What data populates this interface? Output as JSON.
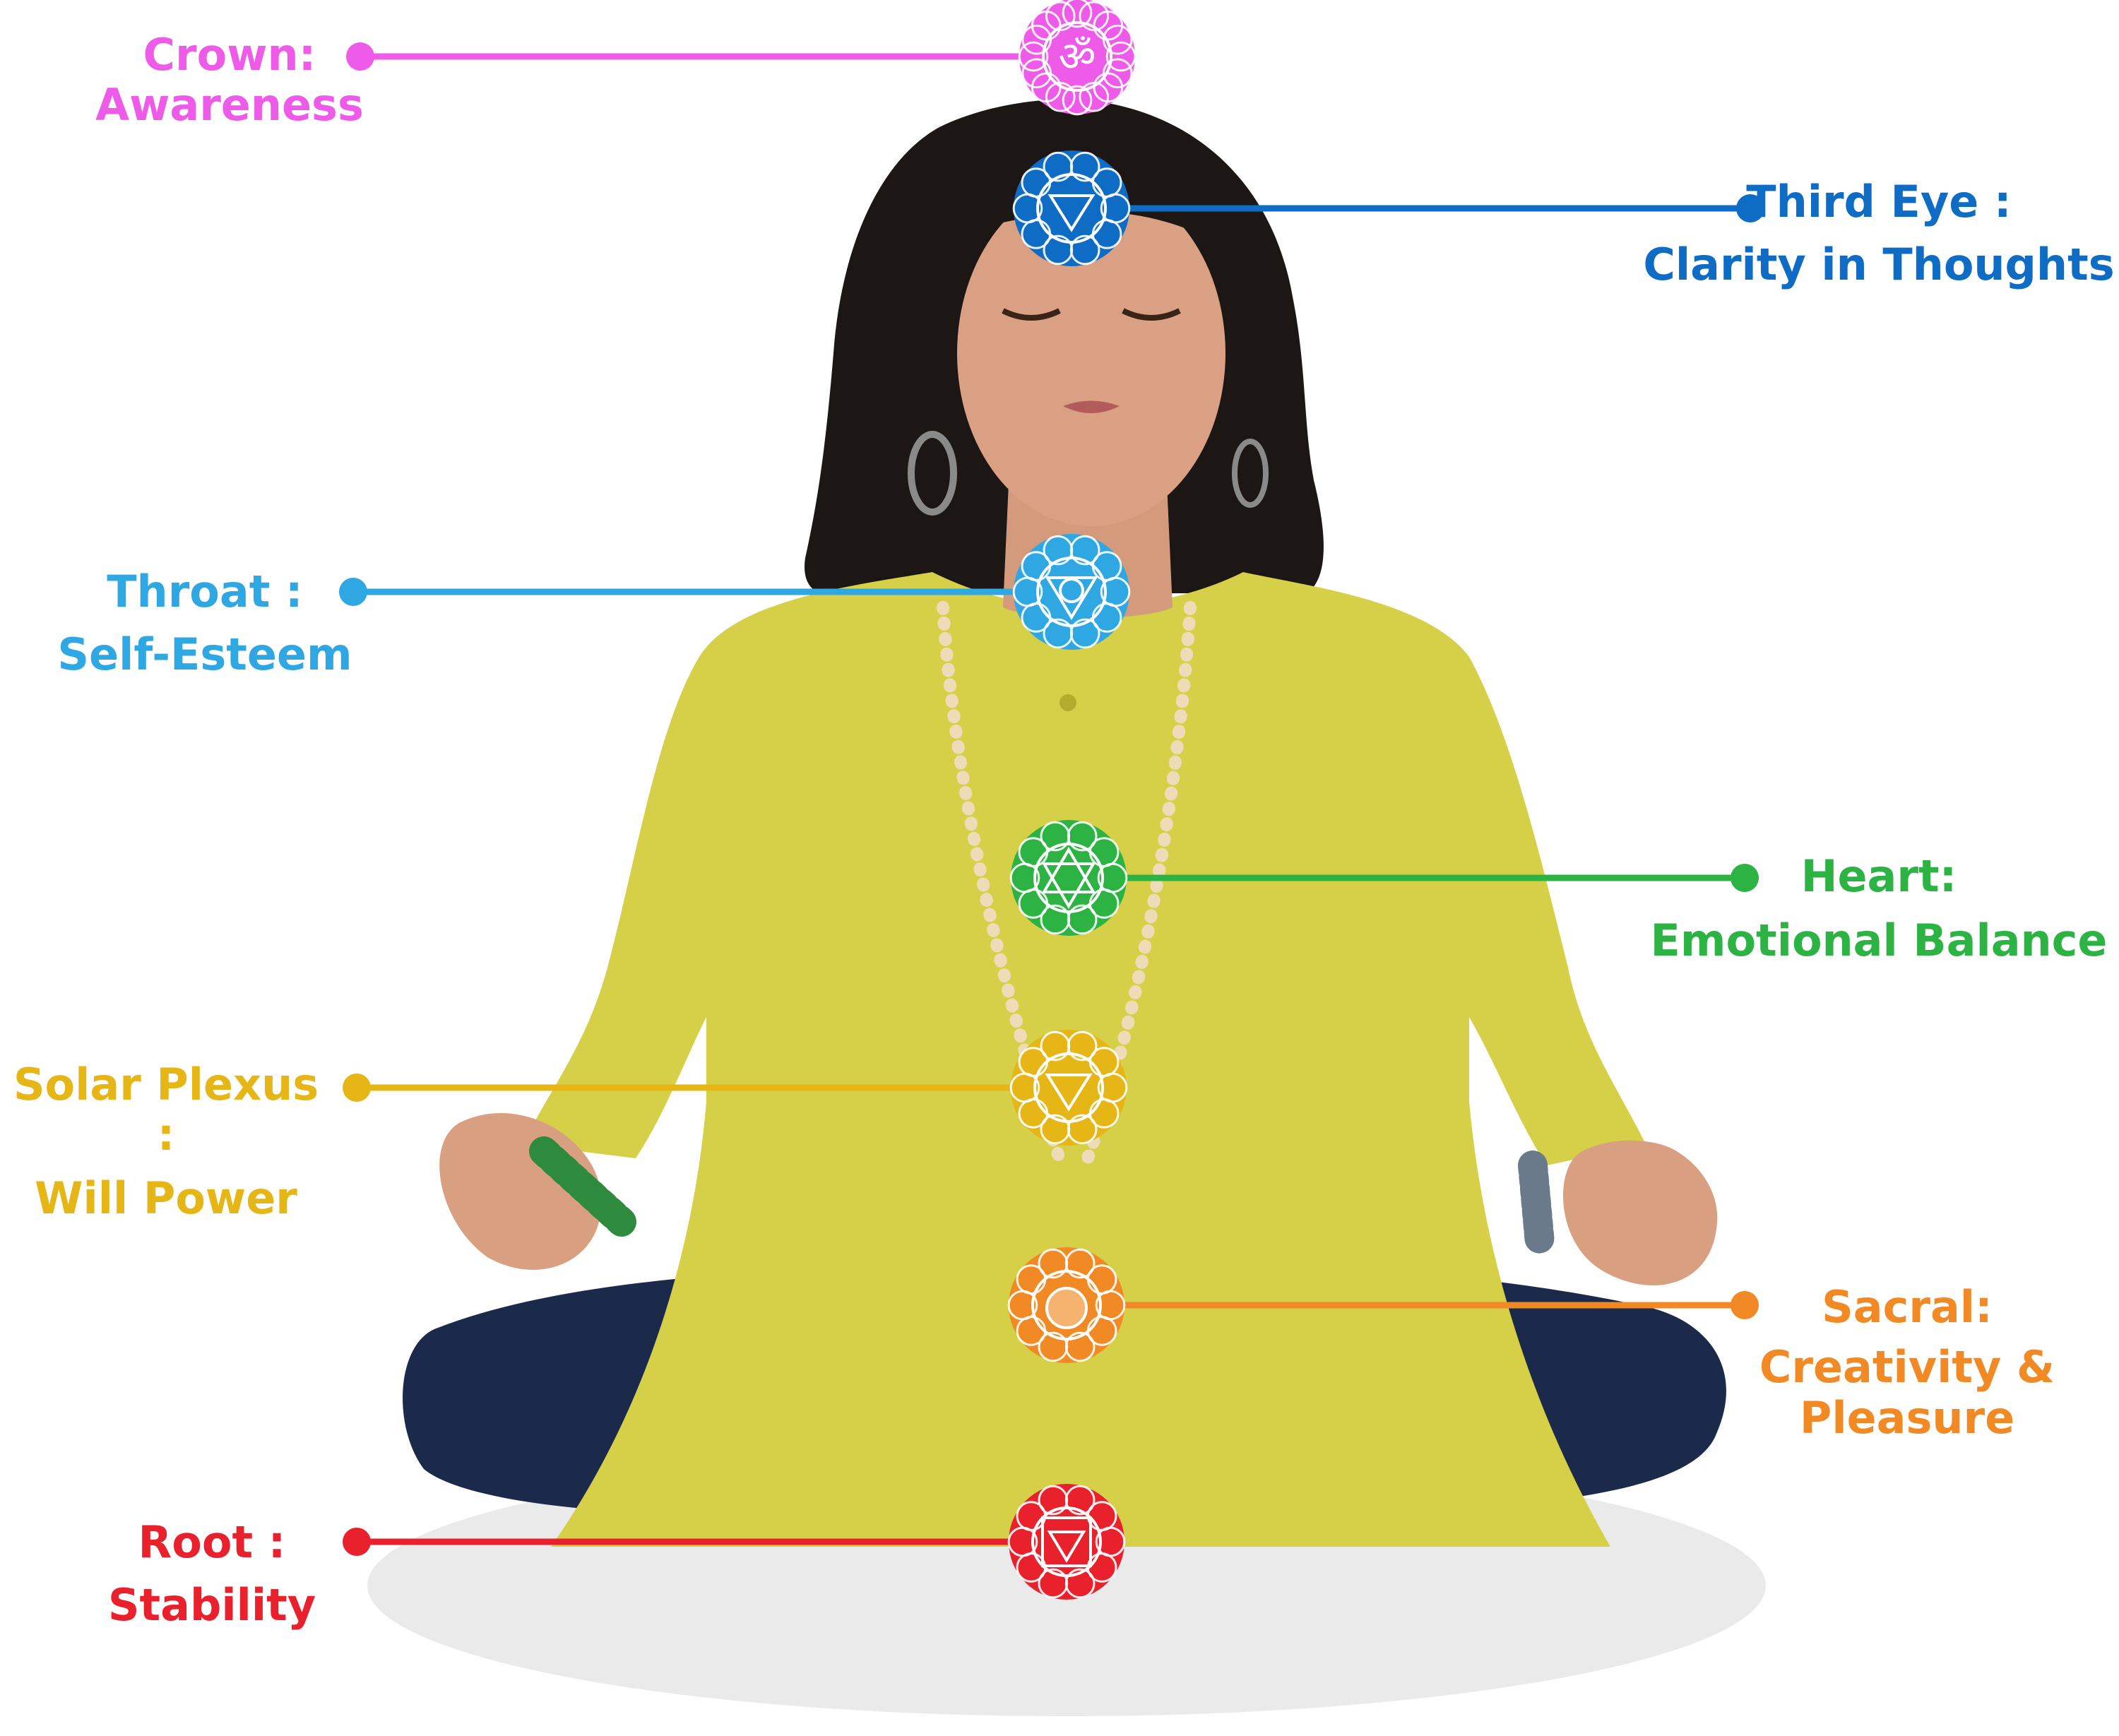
{
  "chakras": [
    {
      "id": "crown",
      "name": "Crown:",
      "meaning": "Awareness",
      "color": "#EE5BE8",
      "symbol": "om"
    },
    {
      "id": "third-eye",
      "name": "Third Eye :",
      "meaning": "Clarity in Thoughts",
      "color": "#0E6CC4",
      "symbol": "triangle-down"
    },
    {
      "id": "throat",
      "name": "Throat :",
      "meaning": "Self-Esteem",
      "color": "#2FA7E3",
      "symbol": "triangle-circle"
    },
    {
      "id": "heart",
      "name": "Heart:",
      "meaning": "Emotional Balance",
      "color": "#2DB343",
      "symbol": "hexagram"
    },
    {
      "id": "solar-plexus",
      "name": "Solar Plexus :",
      "meaning": "Will Power",
      "color": "#E6B616",
      "symbol": "triangle-down"
    },
    {
      "id": "sacral",
      "name": "Sacral:",
      "meaning": "Creativity &",
      "meaning2": "Pleasure",
      "color": "#F18A24",
      "symbol": "circle"
    },
    {
      "id": "root",
      "name": "Root :",
      "meaning": "Stability",
      "color": "#E8212D",
      "symbol": "square-triangle"
    }
  ],
  "figure": {
    "dress_color": "#D6CF48",
    "hair_color": "#1C1614",
    "skin_color": "#D79E80",
    "pants_color": "#1B2A4A",
    "pearl_color": "#EEDCB8",
    "bangle_color": "#2E8B3E",
    "shadow_color": "#E9E9E9"
  }
}
